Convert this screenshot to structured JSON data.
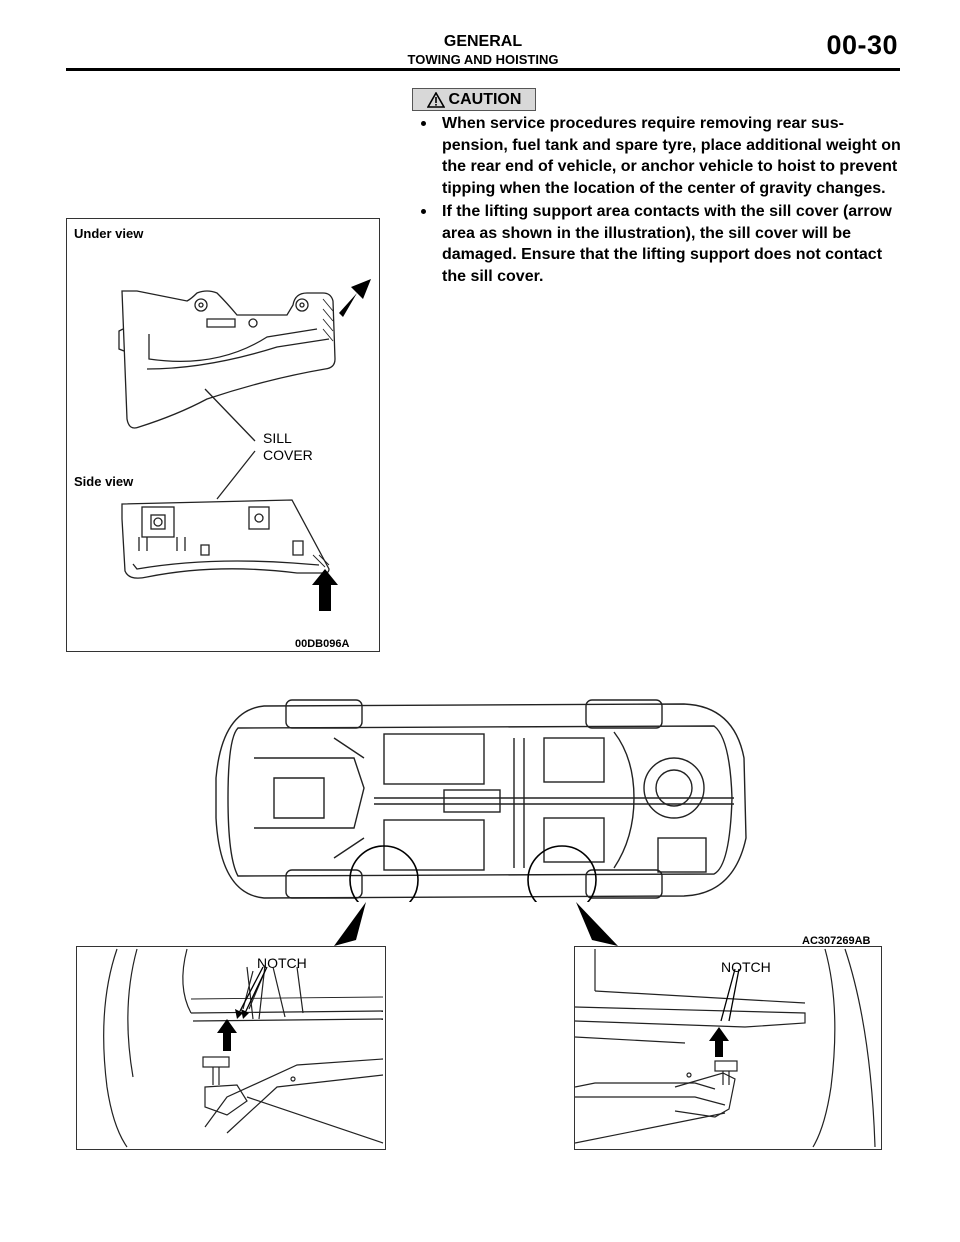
{
  "header": {
    "title": "GENERAL",
    "subtitle": "TOWING AND HOISTING",
    "page_number": "00-30"
  },
  "caution": {
    "label": "CAUTION",
    "bullets": [
      "When service procedures require removing rear sus-pension, fuel tank and spare tyre, place additional weight on the rear end of vehicle, or anchor vehicle to hoist to prevent tipping when the location of the center of gravity changes.",
      "If the lifting support area contacts with the sill cover (arrow area as shown in the illustration), the sill cover will be damaged. Ensure that the lifting support does not contact the sill cover."
    ]
  },
  "figure_sill": {
    "under_view_label": "Under view",
    "side_view_label": "Side view",
    "callout_line1": "SILL",
    "callout_line2": "COVER",
    "code": "00DB096A"
  },
  "figure_vehicle": {
    "code": "AC307269AB",
    "notch_left": "NOTCH",
    "notch_right": "NOTCH"
  }
}
